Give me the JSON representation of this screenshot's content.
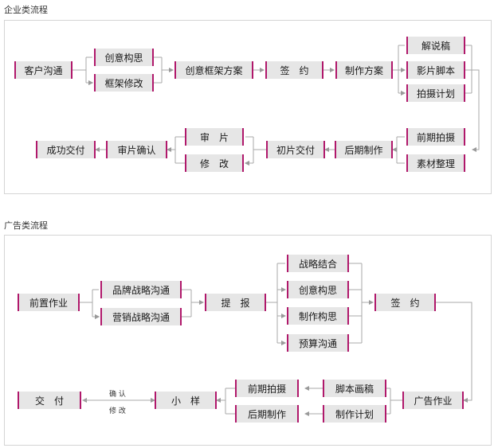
{
  "enterprise": {
    "title": "企业类流程",
    "nodes": {
      "client_comm": "客户沟通",
      "creative_idea": "创意构思",
      "frame_revise": "框架修改",
      "creative_frame_plan": "创意框架方案",
      "sign": "签　约",
      "production_plan": "制作方案",
      "script_draft": "解说稿",
      "film_script": "影片脚本",
      "shoot_plan": "拍摄计划",
      "pre_shoot": "前期拍摄",
      "material_sort": "素材整理",
      "post_production": "后期制作",
      "first_delivery": "初片交付",
      "review": "审　片",
      "modify": "修　改",
      "review_confirm": "审片确认",
      "success_delivery": "成功交付"
    }
  },
  "advertising": {
    "title": "广告类流程",
    "nodes": {
      "pre_work": "前置作业",
      "brand_comm": "品牌战略沟通",
      "marketing_comm": "营销战略沟通",
      "proposal": "提　报",
      "strategy_combine": "战略结合",
      "creative_idea": "创意构思",
      "production_idea": "制作构思",
      "budget_comm": "预算沟通",
      "sign": "签　约",
      "ad_work": "广告作业",
      "storyboard": "脚本画稿",
      "production_plan": "制作计划",
      "pre_shoot": "前期拍摄",
      "post_production": "后期制作",
      "sample": "小　样",
      "delivery": "交　付",
      "confirm_label": "确 认",
      "modify_label": "修 改"
    }
  }
}
